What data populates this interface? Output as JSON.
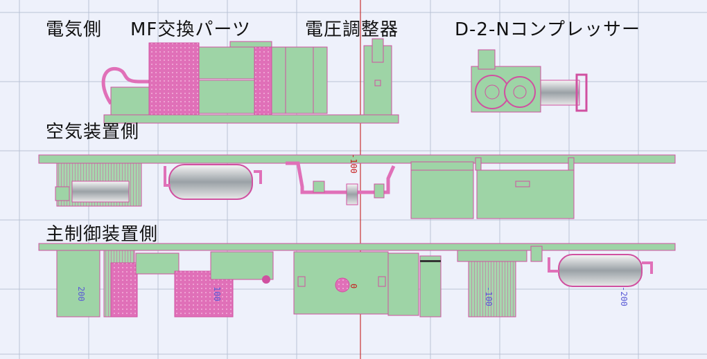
{
  "labels": {
    "electric_side": "電気側",
    "mf_parts": "MF交換パーツ",
    "voltage_regulator": "電圧調整器",
    "compressor": "D-2-Nコンプレッサー",
    "air_device_side": "空気装置側",
    "main_control_side": "主制御装置側"
  },
  "dimensions": {
    "top_center": "-100",
    "bottom_left": "200",
    "bottom_mid": "100",
    "bottom_center": "0",
    "bottom_right_a": "-100",
    "bottom_right_b": "-200"
  },
  "colors": {
    "background": "#eef1fb",
    "grid": "#b9c3d6",
    "panel_fill": "#9ed4a6",
    "outline": "#d050a0",
    "pink_fill": "#e070b8",
    "axis": "#c83232"
  }
}
